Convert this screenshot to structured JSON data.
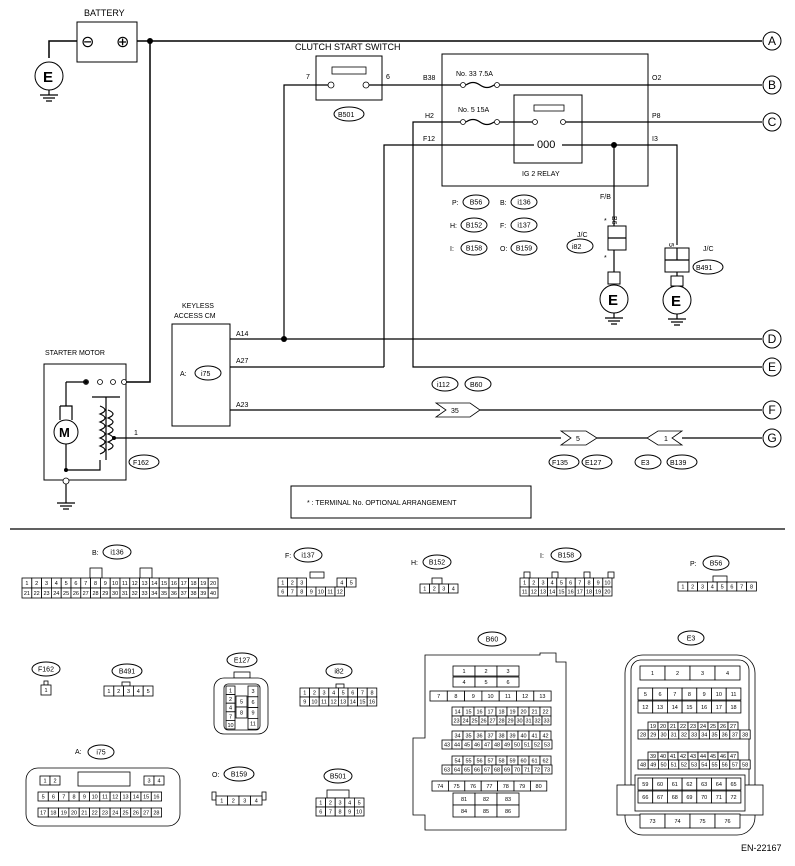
{
  "battery": {
    "label": "BATTERY",
    "neg": "⊖",
    "pos": "⊕"
  },
  "ground_letter": "E",
  "clutch_switch": {
    "label": "CLUTCH START SWITCH",
    "pin_left": "7",
    "pin_right": "6",
    "connector": "B501"
  },
  "fuse_relay_box": {
    "b38": "B38",
    "h2": "H2",
    "f12": "F12",
    "o2": "O2",
    "p8": "P8",
    "i3": "I3",
    "fuse1": "No. 33  7.5A",
    "fuse2": "No. 5  15A",
    "relay_label": "IG 2 RELAY",
    "coil": "000",
    "fb": "F/B",
    "b6": "B6",
    "legend": [
      {
        "k": "P:",
        "v": "B56"
      },
      {
        "k": "B:",
        "v": "i136"
      },
      {
        "k": "H:",
        "v": "B152"
      },
      {
        "k": "F:",
        "v": "i137"
      },
      {
        "k": "I:",
        "v": "B158"
      },
      {
        "k": "O:",
        "v": "B159"
      }
    ]
  },
  "jc1": {
    "label": "J/C",
    "connector": "i82",
    "star": "*"
  },
  "jc2": {
    "label": "J/C",
    "connector": "B491",
    "pin": "5"
  },
  "keyless": {
    "label1": "KEYLESS",
    "label2": "ACCESS CM",
    "prefix": "A:",
    "connector": "i75",
    "a14": "A14",
    "a27": "A27",
    "a23": "A23"
  },
  "starter": {
    "label": "STARTER MOTOR",
    "motor": "M",
    "pin": "1",
    "connector": "F162"
  },
  "inline": {
    "c35": "35",
    "i112": "i112",
    "b60": "B60",
    "c5": "5",
    "f135": "F135",
    "e127": "E127",
    "c1": "1",
    "e3": "E3",
    "b139": "B139"
  },
  "outputs": [
    "A",
    "B",
    "C",
    "D",
    "E",
    "F",
    "G"
  ],
  "note": "*  : TERMINAL No. OPTIONAL ARRANGEMENT",
  "connectors": {
    "i136": {
      "prefix": "B:",
      "name": "i136",
      "row1": [
        "1",
        "2",
        "3",
        "4",
        "5",
        "6",
        "7",
        "8",
        "9",
        "10",
        "11",
        "12",
        "13",
        "14",
        "15",
        "16",
        "17",
        "18",
        "19",
        "20"
      ],
      "row2": [
        "21",
        "22",
        "23",
        "24",
        "25",
        "26",
        "27",
        "28",
        "29",
        "30",
        "31",
        "32",
        "33",
        "34",
        "35",
        "36",
        "37",
        "38",
        "39",
        "40"
      ]
    },
    "i137": {
      "prefix": "F:",
      "name": "i137",
      "row1": [
        "1",
        "2",
        "3",
        "4",
        "5"
      ],
      "row2": [
        "6",
        "7",
        "8",
        "9",
        "10",
        "11",
        "12"
      ]
    },
    "B152": {
      "prefix": "H:",
      "name": "B152",
      "row1": [
        "1",
        "2",
        "3",
        "4"
      ]
    },
    "B158": {
      "prefix": "I:",
      "name": "B158",
      "row1": [
        "1",
        "2",
        "3",
        "4",
        "5",
        "6",
        "7",
        "8",
        "9",
        "10"
      ],
      "row2": [
        "11",
        "12",
        "13",
        "14",
        "15",
        "16",
        "17",
        "18",
        "19",
        "20"
      ]
    },
    "B56": {
      "prefix": "P:",
      "name": "B56",
      "row1": [
        "1",
        "2",
        "3",
        "4",
        "5",
        "6",
        "7",
        "8"
      ]
    },
    "F162": {
      "name": "F162",
      "row1": [
        "1"
      ]
    },
    "B491": {
      "name": "B491",
      "row1": [
        "1",
        "2",
        "3",
        "4",
        "5"
      ]
    },
    "E127": {
      "name": "E127",
      "left": [
        "1",
        "2",
        "4",
        "7",
        "10"
      ],
      "right": [
        "3",
        "6",
        "9",
        "11"
      ],
      "mid": [
        "5",
        "8"
      ]
    },
    "i82": {
      "name": "i82",
      "row1": [
        "1",
        "2",
        "3",
        "4",
        "5",
        "6",
        "7",
        "8"
      ],
      "row2": [
        "9",
        "10",
        "11",
        "12",
        "13",
        "14",
        "15",
        "16"
      ]
    },
    "i75": {
      "prefix": "A:",
      "name": "i75",
      "row1": [
        "1",
        "2",
        "3",
        "4"
      ],
      "row2": [
        "5",
        "6",
        "7",
        "8",
        "9",
        "10",
        "11",
        "12",
        "13",
        "14",
        "15",
        "16"
      ],
      "row3": [
        "17",
        "18",
        "19",
        "20",
        "21",
        "22",
        "23",
        "24",
        "25",
        "26",
        "27",
        "28"
      ]
    },
    "B159": {
      "prefix": "O:",
      "name": "B159",
      "row1": [
        "1",
        "2",
        "3",
        "4"
      ]
    },
    "B501": {
      "name": "B501",
      "row1": [
        "1",
        "2",
        "3",
        "4",
        "5"
      ],
      "row2": [
        "6",
        "7",
        "8",
        "9",
        "10"
      ]
    },
    "B60": {
      "name": "B60",
      "r1": [
        "1",
        "2",
        "3"
      ],
      "r2": [
        "4",
        "5",
        "6"
      ],
      "r3": [
        "7",
        "8",
        "9",
        "10",
        "11",
        "12",
        "13"
      ],
      "r4": [
        "14",
        "15",
        "16",
        "17",
        "18",
        "19",
        "20",
        "21",
        "22"
      ],
      "r5": [
        "23",
        "24",
        "25",
        "26",
        "27",
        "28",
        "29",
        "30",
        "31",
        "32",
        "33"
      ],
      "r6": [
        "34",
        "35",
        "36",
        "37",
        "38",
        "39",
        "40",
        "41",
        "42"
      ],
      "r7": [
        "43",
        "44",
        "45",
        "46",
        "47",
        "48",
        "49",
        "50",
        "51",
        "52",
        "53"
      ],
      "r8": [
        "54",
        "55",
        "56",
        "57",
        "58",
        "59",
        "60",
        "61",
        "62"
      ],
      "r9": [
        "63",
        "64",
        "65",
        "66",
        "67",
        "68",
        "69",
        "70",
        "71",
        "72",
        "73"
      ],
      "r10": [
        "74",
        "75",
        "76",
        "77",
        "78",
        "79",
        "80"
      ],
      "r11": [
        "81",
        "82",
        "83"
      ],
      "r12": [
        "84",
        "85",
        "86"
      ]
    },
    "E3": {
      "name": "E3",
      "r1": [
        "1",
        "2",
        "3",
        "4"
      ],
      "r2": [
        "5",
        "6",
        "7",
        "8",
        "9",
        "10",
        "11"
      ],
      "r3": [
        "12",
        "13",
        "14",
        "15",
        "16",
        "17",
        "18"
      ],
      "r4": [
        "19",
        "20",
        "21",
        "22",
        "23",
        "24",
        "25",
        "26",
        "27"
      ],
      "r5": [
        "28",
        "29",
        "30",
        "31",
        "32",
        "33",
        "34",
        "35",
        "36",
        "37",
        "38"
      ],
      "r6": [
        "39",
        "40",
        "41",
        "42",
        "43",
        "44",
        "45",
        "46",
        "47"
      ],
      "r7": [
        "48",
        "49",
        "50",
        "51",
        "52",
        "53",
        "54",
        "55",
        "56",
        "57",
        "58"
      ],
      "r8": [
        "59",
        "60",
        "61",
        "62",
        "63",
        "64",
        "65"
      ],
      "r9": [
        "66",
        "67",
        "68",
        "69",
        "70",
        "71",
        "72"
      ],
      "r10": [
        "73",
        "74",
        "75",
        "76"
      ]
    }
  },
  "diagram_code": "EN-22167"
}
